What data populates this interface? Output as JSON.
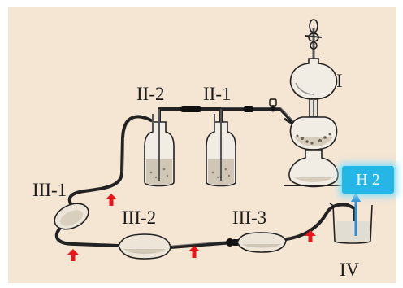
{
  "labels": {
    "apparatus_1": "I",
    "apparatus_2_1": "II-1",
    "apparatus_2_2": "II-2",
    "apparatus_3_1": "III-1",
    "apparatus_3_2": "III-2",
    "apparatus_3_3": "III-3",
    "apparatus_4": "IV"
  },
  "gas_label": "H 2",
  "colors": {
    "background": "#f5e5d3",
    "border": "#ffffff",
    "flow_arrow": "#e6161b",
    "gas_box": "#24b7e6",
    "gas_glow": "#8fe0f8",
    "gas_arrow": "#2b8fd6"
  },
  "icons": {
    "flow_arrows": "up-arrow-icon",
    "gas_arrow": "up-arrow-icon"
  }
}
